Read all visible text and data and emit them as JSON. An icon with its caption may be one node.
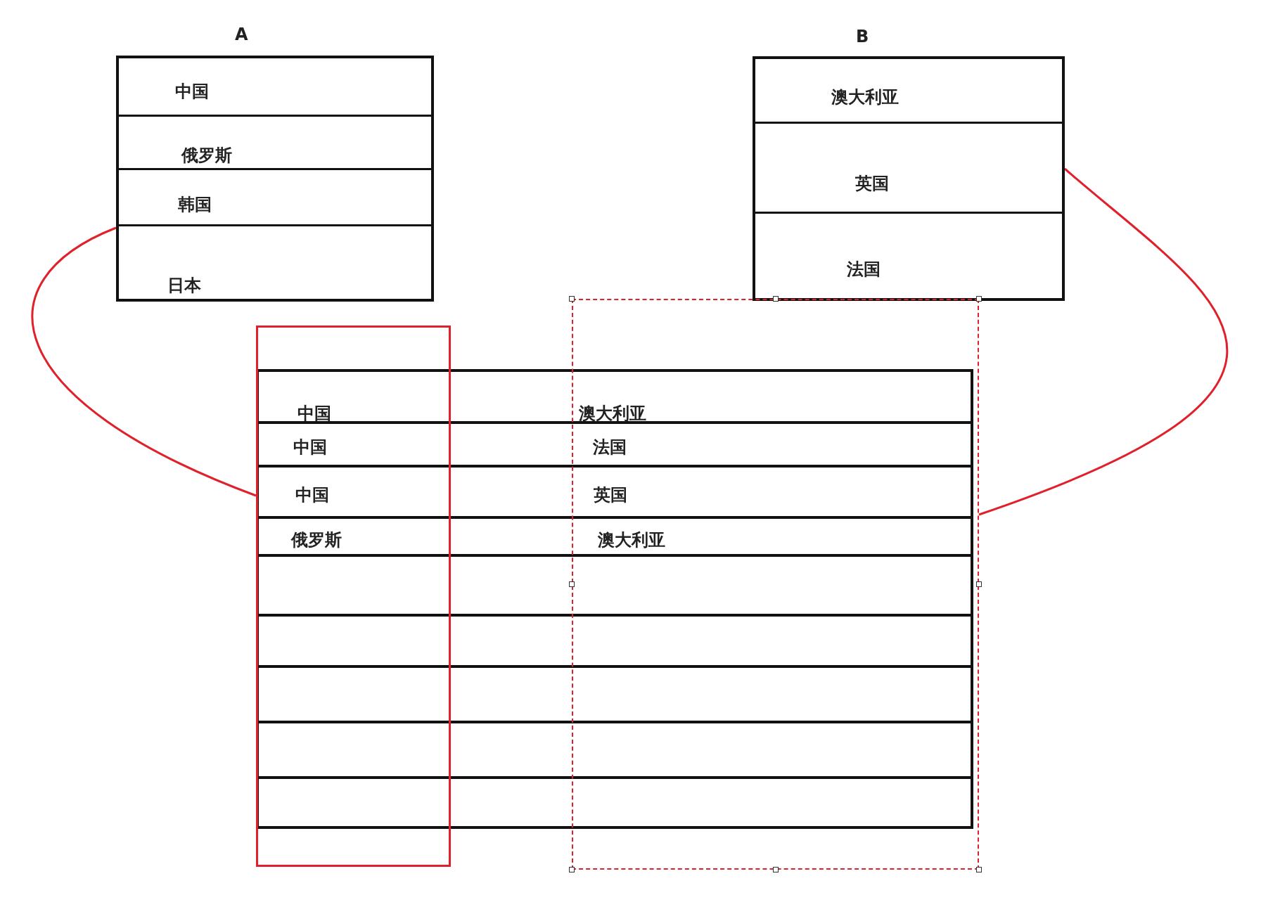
{
  "diagram": {
    "nodes": [
      {
        "text": [
          "A"
        ]
      },
      {
        "text": [
          "中国"
        ],
        "in": 0
      },
      {
        "text": [
          "俄罗斯"
        ],
        "in": 0
      },
      {
        "text": [
          "韩国"
        ],
        "in": 0
      },
      {
        "text": [
          "日本"
        ],
        "in": 0
      },
      {
        "text": [
          "B"
        ]
      },
      {
        "text": [
          "澳大利亚"
        ],
        "in": 5
      },
      {
        "text": [
          "英国"
        ],
        "in": 5
      },
      {
        "text": [
          "法国"
        ],
        "in": 5
      },
      {
        "text": [],
        "shape": "box"
      },
      {
        "text": [],
        "shape": "box"
      },
      {
        "text": [],
        "shape": "box"
      }
    ],
    "edges": [
      {
        "from": 0,
        "to": 10,
        "arrow": "none"
      },
      {
        "from": 5,
        "to": 11,
        "arrow": "none"
      }
    ],
    "labels": [
      "中国",
      "澳大利亚",
      "中国",
      "法国",
      "中国",
      "英国",
      "俄罗斯",
      "澳大利亚"
    ]
  }
}
